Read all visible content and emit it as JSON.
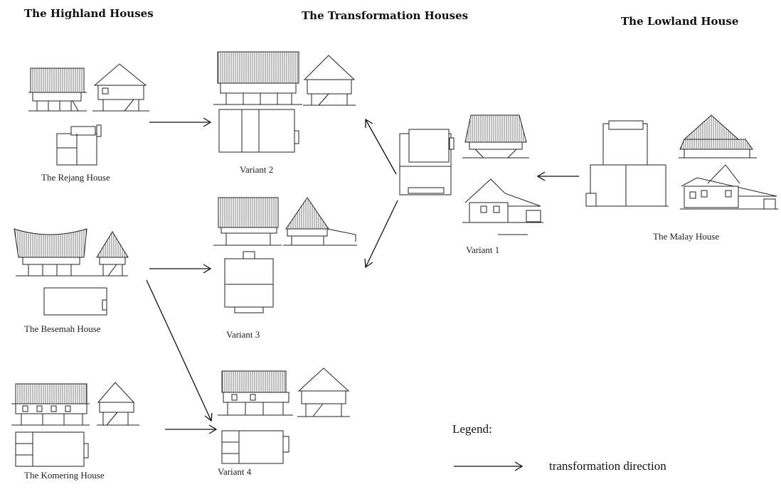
{
  "headers": {
    "highland": "The Highland Houses",
    "transformation": "The Transformation Houses",
    "lowland": "The Lowland House"
  },
  "captions": {
    "rejang": "The Rejang House",
    "besemah": "The Besemah House",
    "komering": "The Komering House",
    "variant1": "Variant 1",
    "variant2": "Variant 2",
    "variant3": "Variant 3",
    "variant4": "Variant 4",
    "malay": "The Malay House"
  },
  "legend": {
    "title": "Legend:",
    "arrow_label": "transformation direction"
  },
  "colors": {
    "line": "#222222",
    "background": "#ffffff"
  }
}
